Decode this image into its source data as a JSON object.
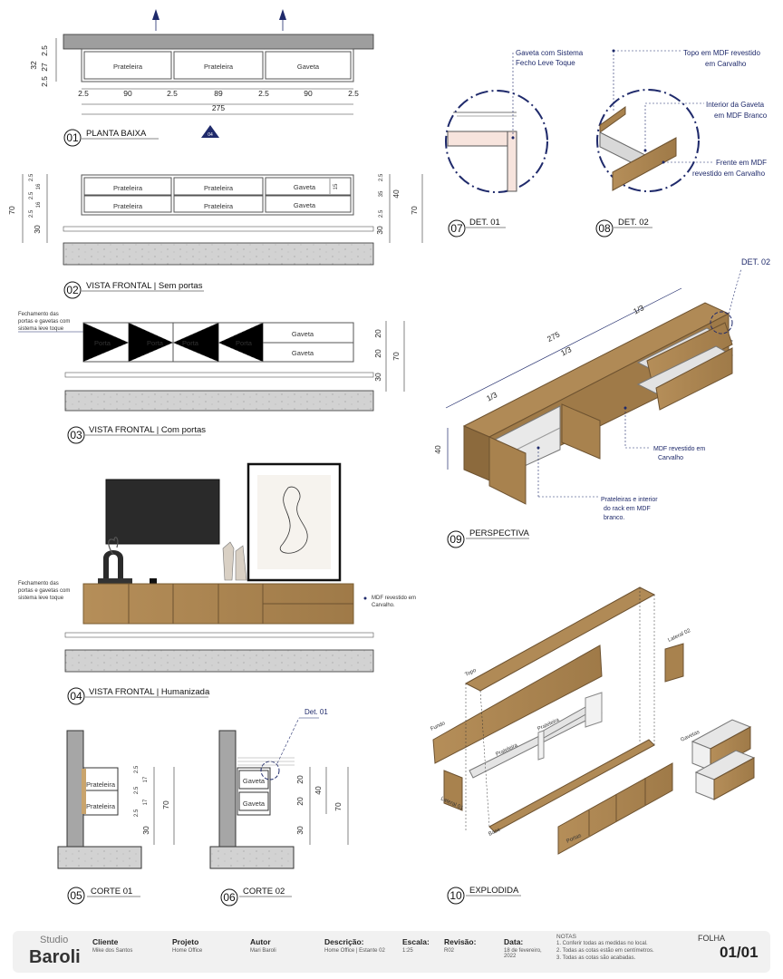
{
  "views": {
    "v01": {
      "num": "01",
      "title": "PLANTA BAIXA",
      "marker": "04",
      "cells": [
        "Prateleira",
        "Prateleira",
        "Gaveta"
      ],
      "dims_h": [
        "2.5",
        "90",
        "2.5",
        "89",
        "2.5",
        "90",
        "2.5"
      ],
      "total": "275",
      "dims_v": [
        "32",
        "2.5",
        "27",
        "2.5"
      ]
    },
    "v02": {
      "num": "02",
      "title": "VISTA FRONTAL | Sem portas",
      "cells": [
        "Prateleira",
        "Prateleira",
        "Gaveta",
        "Prateleira",
        "Prateleira",
        "Gaveta"
      ],
      "dims_left": [
        "70",
        "2.5",
        "16",
        "2.5",
        "16",
        "2.5",
        "30"
      ],
      "dims_right": [
        "2.5",
        "35",
        "2.5",
        "30",
        "40",
        "70",
        "15"
      ]
    },
    "v03": {
      "num": "03",
      "title": "VISTA FRONTAL | Com portas",
      "note": [
        "Fechamento das",
        "portas e gavetas com",
        "sistema leve toque"
      ],
      "cells": [
        "Porta",
        "Porta",
        "Porta",
        "Porta",
        "Gaveta",
        "Gaveta"
      ],
      "dims": [
        "20",
        "20",
        "70",
        "30"
      ]
    },
    "v04": {
      "num": "04",
      "title": "VISTA FRONTAL | Humanizada",
      "note": [
        "Fechamento das",
        "portas e gavetas com",
        "sistema leve toque"
      ],
      "mdf": [
        "MDF revestido em",
        "Carvalho."
      ]
    },
    "v05": {
      "num": "05",
      "title": "CORTE 01",
      "cells": [
        "Prateleira",
        "Prateleira"
      ],
      "dims": [
        "2.5",
        "17",
        "2.5",
        "17",
        "2.5",
        "70",
        "30"
      ]
    },
    "v06": {
      "num": "06",
      "title": "CORTE 02",
      "cells": [
        "Gaveta",
        "Gaveta"
      ],
      "det": "Det. 01",
      "dims": [
        "20",
        "20",
        "40",
        "70",
        "30"
      ]
    },
    "v07": {
      "num": "07",
      "title": "DET. 01",
      "label": [
        "Gaveta com Sistema",
        "Fecho Leve Toque"
      ]
    },
    "v08": {
      "num": "08",
      "title": "DET. 02",
      "label1": [
        "Topo em MDF revestido",
        "em Carvalho"
      ],
      "label2": [
        "Interior da Gaveta",
        "em MDF Branco"
      ],
      "label3": [
        "Frente em MDF",
        "revestido em Carvalho"
      ]
    },
    "v09": {
      "num": "09",
      "title": "PERSPECTIVA",
      "det": "DET. 02",
      "dim_total": "275",
      "thirds": [
        "1/3",
        "1/3",
        "1/3"
      ],
      "height": "40",
      "label1": [
        "MDF revestido em",
        "Carvalho"
      ],
      "label2": [
        "Prateleiras e interior",
        "do rack em MDF",
        "branco."
      ]
    },
    "v10": {
      "num": "10",
      "title": "EXPLODIDA",
      "parts": [
        "Topo",
        "Fundo",
        "Prateleira",
        "Prateleira",
        "Lateral 02",
        "Gavetas",
        "Lateral 01",
        "Base",
        "Portas"
      ]
    }
  },
  "title_block": {
    "studio_label": "Studio",
    "studio_name": "Baroli",
    "cliente": {
      "h": "Cliente",
      "v": "Mike dos Santos"
    },
    "projeto": {
      "h": "Projeto",
      "v": "Home Office"
    },
    "autor": {
      "h": "Autor",
      "v": "Mari Baroli"
    },
    "descricao": {
      "h": "Descrição:",
      "v": "Home Office | Estante 02"
    },
    "escala": {
      "h": "Escala:",
      "v": "1:25"
    },
    "revisao": {
      "h": "Revisão:",
      "v": "R02"
    },
    "data": {
      "h": "Data:",
      "v": "18 de fevereiro, 2022"
    },
    "notas": {
      "h": "NOTAS",
      "lines": [
        "1. Conferir todas as medidas no local.",
        "2. Todas as cotas estão em centímetros.",
        "3. Todas as cotas são acabadas."
      ]
    },
    "folha": {
      "h": "FOLHA",
      "v": "01/01"
    }
  },
  "colors": {
    "wood": "#a8824e",
    "wood_dark": "#8c6a3d",
    "navy": "#1f2a6b",
    "concrete": "#cfcfcf"
  }
}
